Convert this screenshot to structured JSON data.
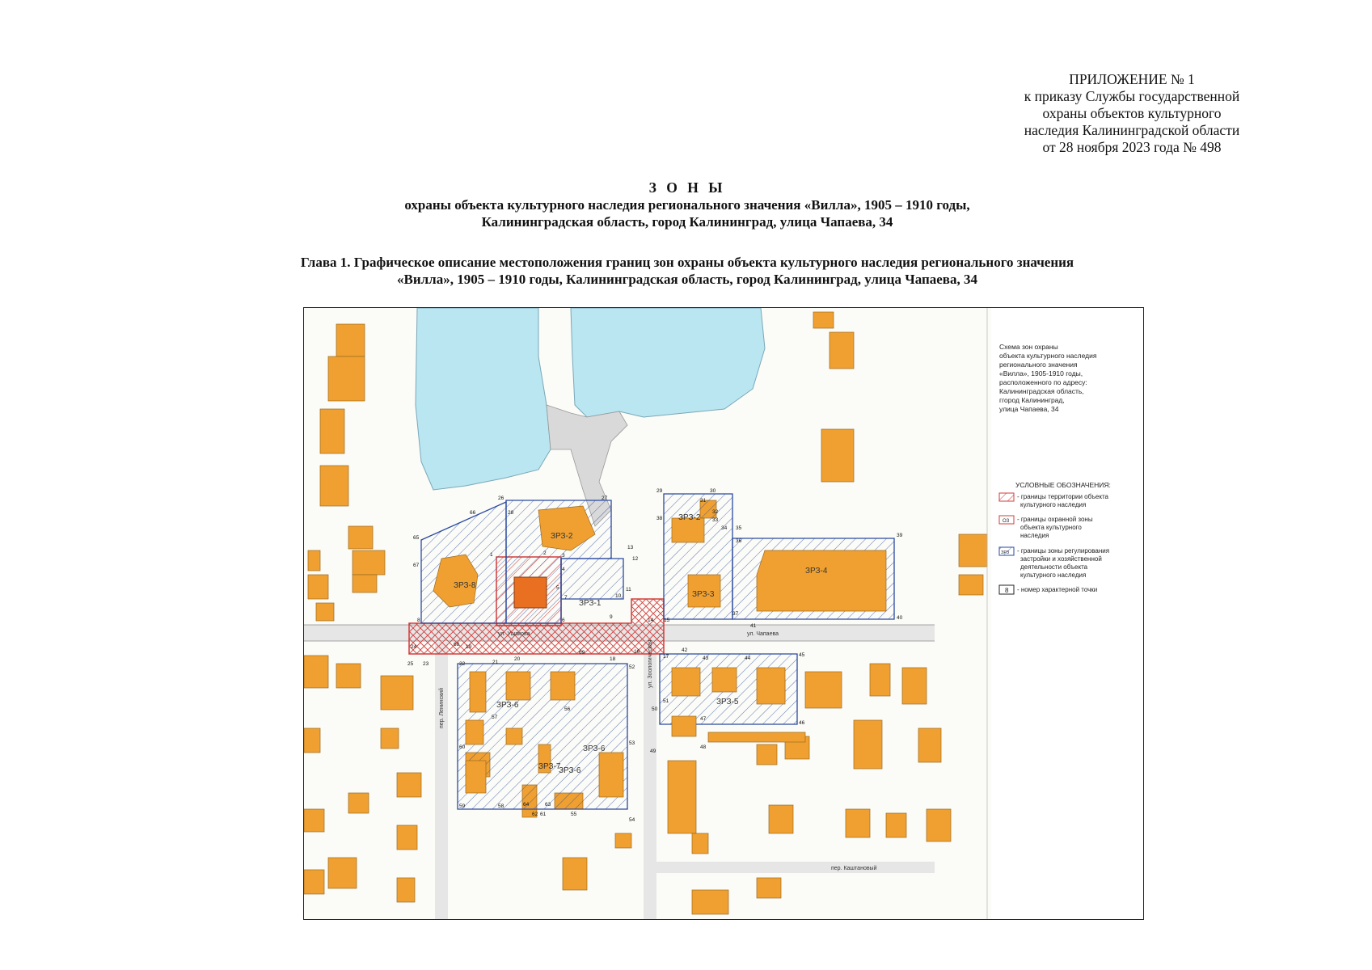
{
  "appendix": {
    "lines": [
      "ПРИЛОЖЕНИЕ № 1",
      "к приказу Службы государственной",
      "охраны объектов культурного",
      "наследия Калининградской области",
      "от 28 ноября 2023 года № 498"
    ]
  },
  "title": {
    "heading": "З О Н Ы",
    "line1": "охраны объекта культурного наследия регионального значения «Вилла», 1905 – 1910 годы,",
    "line2": "Калининградская область, город Калининград, улица Чапаева, 34"
  },
  "chapter": {
    "line1": "Глава 1. Графическое описание местоположения границ зон охраны объекта культурного наследия регионального значения",
    "line2": "«Вилла», 1905 – 1910 годы, Калининградская область, город Калининград, улица Чапаева, 34"
  },
  "map": {
    "scheme_caption": [
      "Схема зон охраны",
      "объекта культурного наследия",
      "регионального значения",
      "«Вилла», 1905-1910 годы,",
      "расположенного по адресу:",
      "Калининградская область,",
      "ггород Калининград,",
      "улица Чапаева, 34"
    ],
    "legend_title": "УСЛОВНЫЕ ОБОЗНАЧЕНИЯ:",
    "legend": [
      {
        "symbol": "",
        "lines": [
          "- границы территории объекта",
          "культурного наследия"
        ]
      },
      {
        "symbol": "ОЗ",
        "lines": [
          "- границы охранной зоны",
          "объекта культурного",
          "наследия"
        ]
      },
      {
        "symbol": "ЗРЗ",
        "lines": [
          "- границы зоны регулирования",
          "застройки и хозяйственной",
          "деятельности объекта",
          "культурного наследия"
        ]
      },
      {
        "symbol": "8",
        "lines": [
          "- номер характерной точки"
        ]
      }
    ],
    "zone_labels": [
      "ЗРЗ-1",
      "ЗРЗ-2",
      "ЗРЗ-3",
      "ЗРЗ-4",
      "ЗРЗ-5",
      "ЗРЗ-6",
      "ЗРЗ-6",
      "ЗРЗ-6",
      "ЗРЗ-7",
      "ЗРЗ-8",
      "ЗРЗ-2"
    ],
    "street_labels": [
      "ул. Чапаева",
      "пер. Каштановый",
      "пер. Ленинский",
      "ул. Зоологическая",
      "ул. Ушакова"
    ],
    "point_numbers": [
      "1",
      "2",
      "3",
      "4",
      "5",
      "6",
      "7",
      "8",
      "9",
      "10",
      "11",
      "12",
      "13",
      "14",
      "15",
      "16",
      "17",
      "18",
      "19",
      "20",
      "21",
      "22",
      "23",
      "24",
      "25",
      "26",
      "27",
      "28",
      "29",
      "30",
      "31",
      "32",
      "33",
      "34",
      "35",
      "36",
      "37",
      "38",
      "39",
      "40",
      "41",
      "42",
      "43",
      "44",
      "45",
      "46",
      "47",
      "48",
      "49",
      "50",
      "51",
      "52",
      "53",
      "54",
      "55",
      "56",
      "57",
      "58",
      "59",
      "60",
      "61",
      "62",
      "63",
      "64",
      "65",
      "66",
      "67",
      "68",
      "69"
    ],
    "colors": {
      "water": "#b9e6f0",
      "building": "#f0a030",
      "building_stroke": "#9a6a20",
      "heritage_object": "#e87020",
      "boundary_red": "#d23c3c",
      "boundary_blue": "#2a4aa0",
      "road": "#e8e8e8"
    }
  }
}
